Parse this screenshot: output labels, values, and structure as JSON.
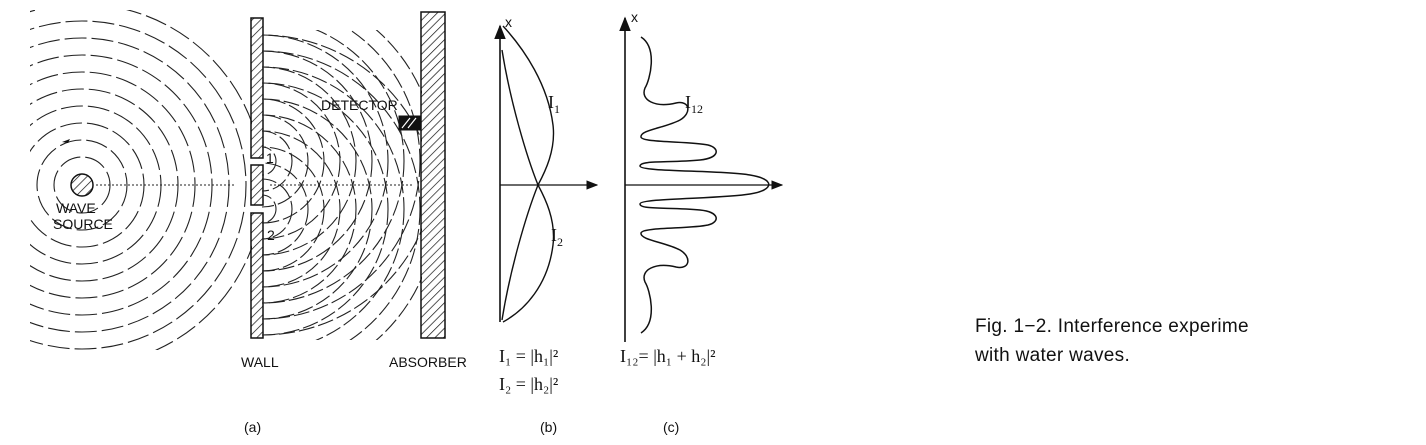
{
  "panel_a": {
    "wave_source_line1": "WAVE",
    "wave_source_line2": "SOURCE",
    "wall": "WALL",
    "absorber": "ABSORBER",
    "detector": "DETECTOR",
    "hole1": "1",
    "hole2": "2",
    "panel_label": "(a)"
  },
  "panel_b": {
    "axis_label": "x",
    "curve1_label": "I",
    "curve1_sub": "1",
    "curve2_label": "I",
    "curve2_sub": "2",
    "eq1": "I₁ = |h₁|²",
    "eq2": "I₂ = |h₂|²",
    "panel_label": "(b)"
  },
  "panel_c": {
    "axis_label": "x",
    "curve_label": "I",
    "curve_sub": "12",
    "eq": "I₁₂= |h₁ + h₂|²",
    "panel_label": "(c)"
  },
  "caption": {
    "line1": "Fig. 1−2.  Interference    experime",
    "line2": "with water waves."
  }
}
